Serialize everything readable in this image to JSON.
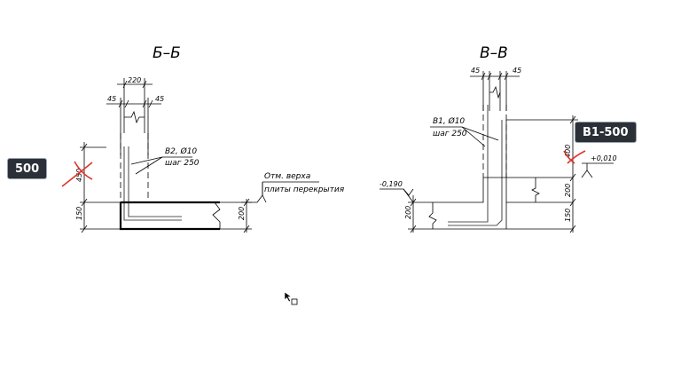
{
  "drawing": {
    "section_bb": {
      "title": "Б–Б",
      "dims": {
        "total": "220",
        "left": "45",
        "right": "45",
        "vertical_upper": "450",
        "vertical_lower": "150",
        "slab": "200"
      },
      "rebar_label_1": "В2, Ø10",
      "rebar_label_2": "шаг 250",
      "elev_label_1": "Отм. верха",
      "elev_label_2": "плиты перекрытия"
    },
    "section_vv": {
      "title": "В–В",
      "dims": {
        "left": "45",
        "right": "45",
        "vertical_upper": "400",
        "step": "200",
        "lower": "150",
        "left_slab": "200"
      },
      "rebar_label_1": "В1, Ø10",
      "rebar_label_2": "шаг 250",
      "elev_left": "-0,190",
      "elev_right": "+0,010"
    }
  },
  "tags": {
    "left": "500",
    "right": "В1-500"
  },
  "colors": {
    "line": "#000000",
    "markup": "#e0332b",
    "tag_bg": "#2b3038"
  }
}
